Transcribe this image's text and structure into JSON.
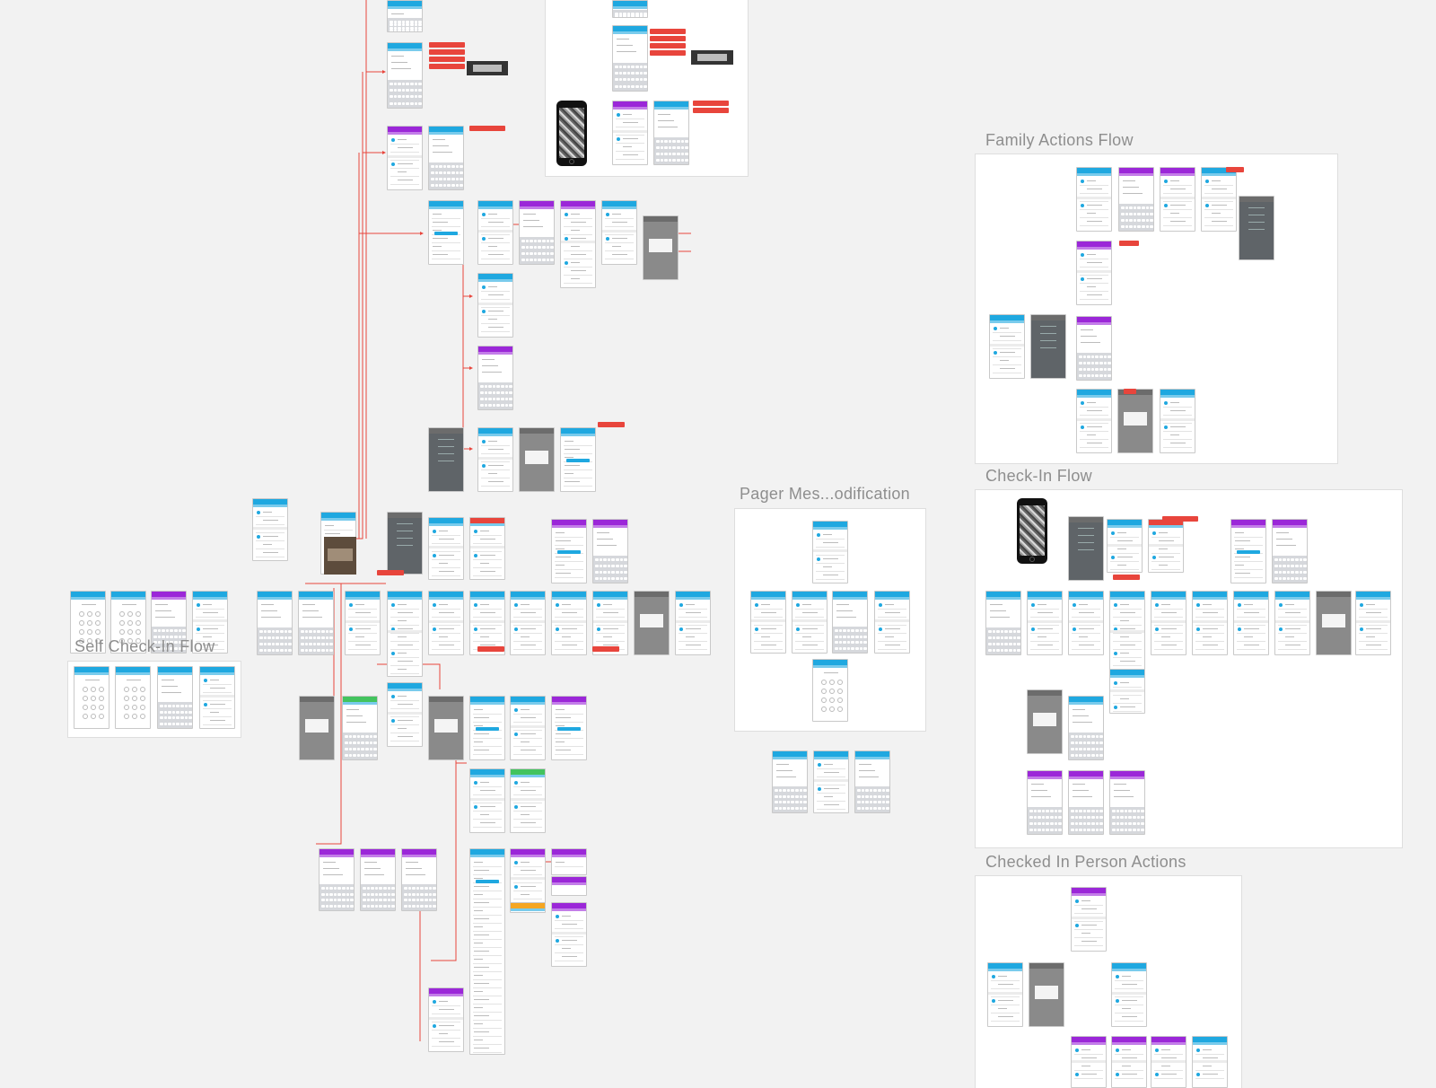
{
  "canvas": {
    "background": "#f2f2f2",
    "colors": {
      "header_blue": "#1fa8e0",
      "header_purple": "#9b27d8",
      "header_green": "#43c35e",
      "header_red": "#e8453c",
      "header_orange": "#f5a623",
      "flow_line": "#e8453c"
    }
  },
  "artboards": {
    "family_actions_flow": {
      "title": "Family Actions Flow"
    },
    "check_in_flow": {
      "title": "Check-In Flow"
    },
    "pager_message_modification": {
      "title": "Pager Mes...odification"
    },
    "checked_in_person_actions": {
      "title": "Checked In Person Actions"
    },
    "self_check_in_flow": {
      "title": "Self Check-In Flow"
    }
  }
}
